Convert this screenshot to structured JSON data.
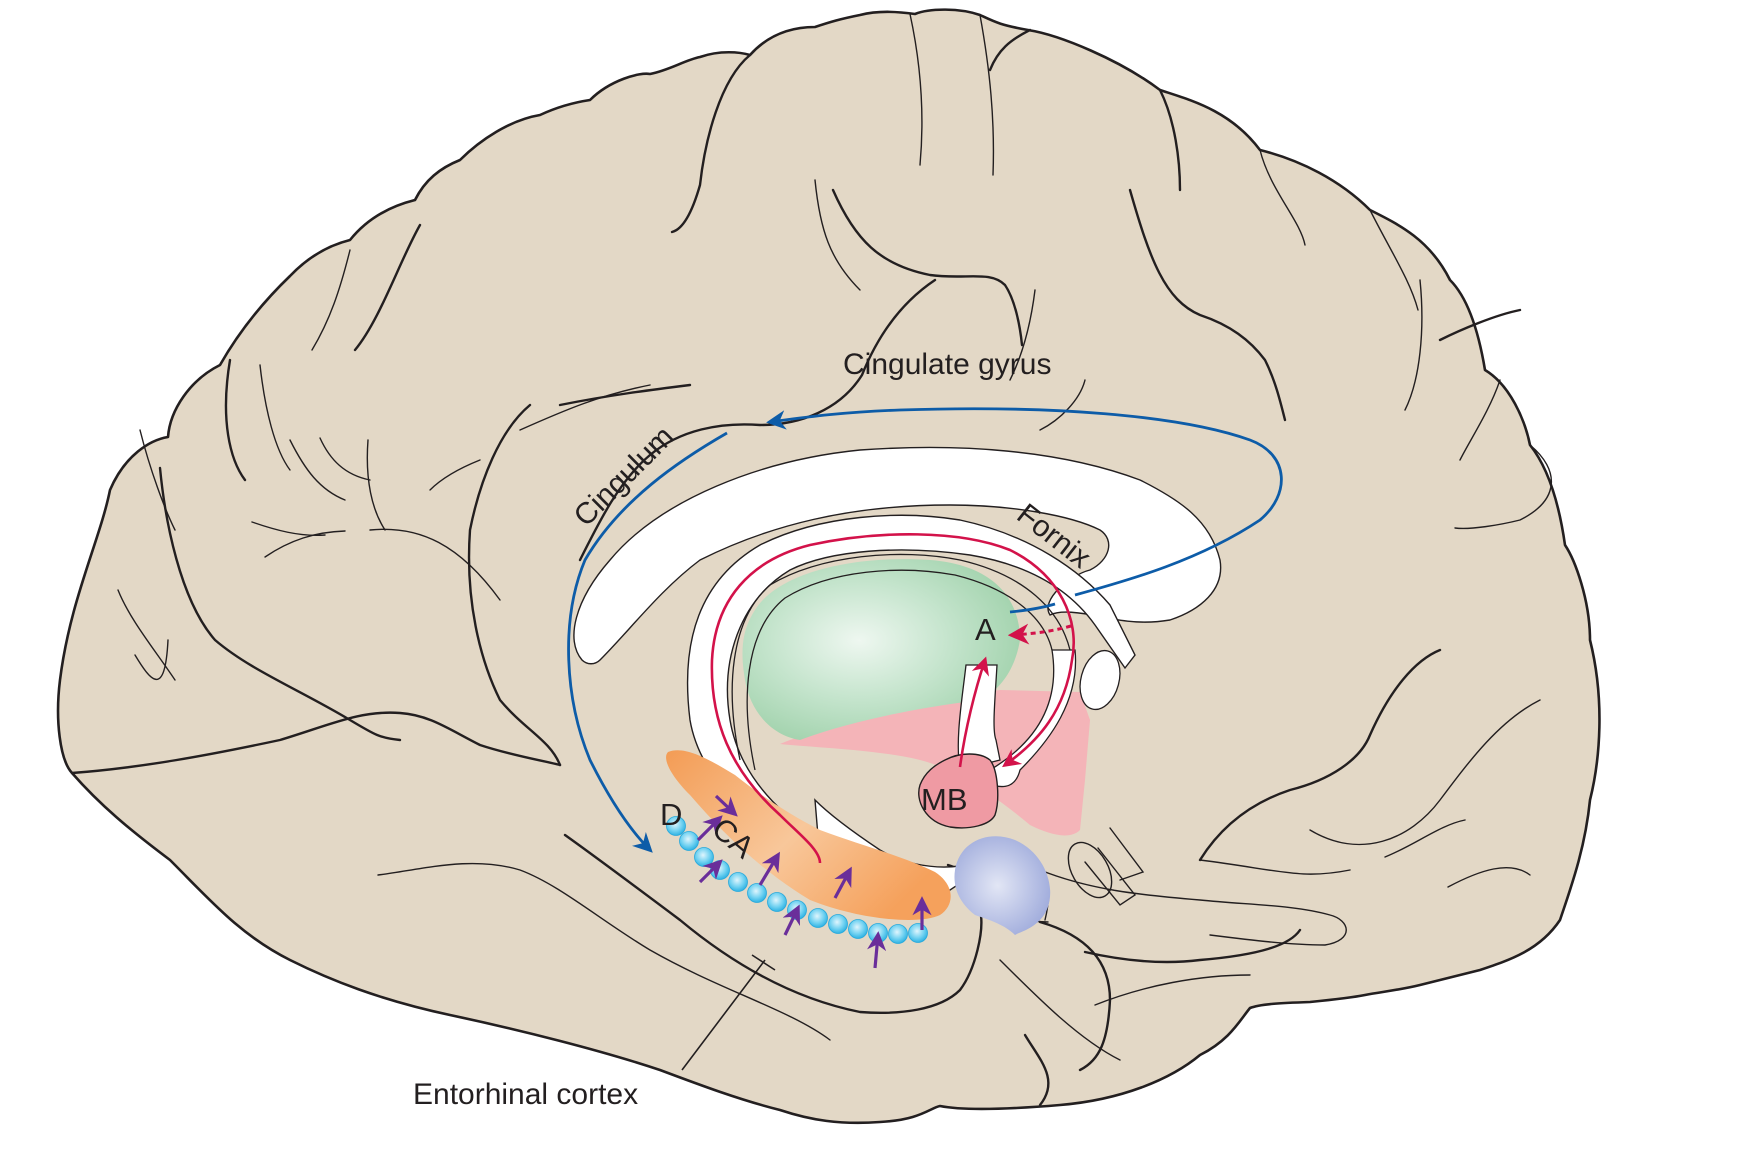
{
  "figure": {
    "subject": "Medial view of the brain showing the Papez circuit",
    "colors": {
      "background": "#ffffff",
      "brain_tissue": "#e3d8c6",
      "outline": "#231f20",
      "white_matter": "#ffffff",
      "cingulum_pathway": "#0d5ca8",
      "fornix_pathway": "#d3124a",
      "thalamus": "#a9d6b4",
      "hypothalamus": "#f4b4b8",
      "mammillary_body": "#ef9aa3",
      "hippocampus_ca": "#f6a865",
      "dentate_cells": "#4cc3ea",
      "entorhinal_inputs": "#6a2e9a",
      "amygdala": "#a8b4e0"
    }
  },
  "labels": {
    "cingulate_gyrus": "Cingulate gyrus",
    "cingulum": "Cingulum",
    "fornix": "Fornix",
    "anterior_thalamus": "A",
    "mammillary_body": "MB",
    "dentate": "D",
    "cornu_ammonis": "CA",
    "entorhinal_cortex": "Entorhinal cortex"
  },
  "pathways": [
    {
      "name": "Cingulum projection",
      "from": "A",
      "to": "Cingulate gyrus",
      "color": "blue"
    },
    {
      "name": "Cingulum descending",
      "from": "Cingulate gyrus",
      "to": "Entorhinal cortex",
      "color": "blue"
    },
    {
      "name": "Fornix",
      "from": "CA",
      "to": "MB",
      "color": "red"
    },
    {
      "name": "Mammillothalamic tract",
      "from": "MB",
      "to": "A",
      "color": "red"
    },
    {
      "name": "Direct fornix to A",
      "from": "Fornix",
      "to": "A",
      "color": "red",
      "style": "dotted"
    },
    {
      "name": "Perforant path",
      "from": "Entorhinal cortex",
      "to": "D/CA",
      "color": "purple"
    }
  ]
}
